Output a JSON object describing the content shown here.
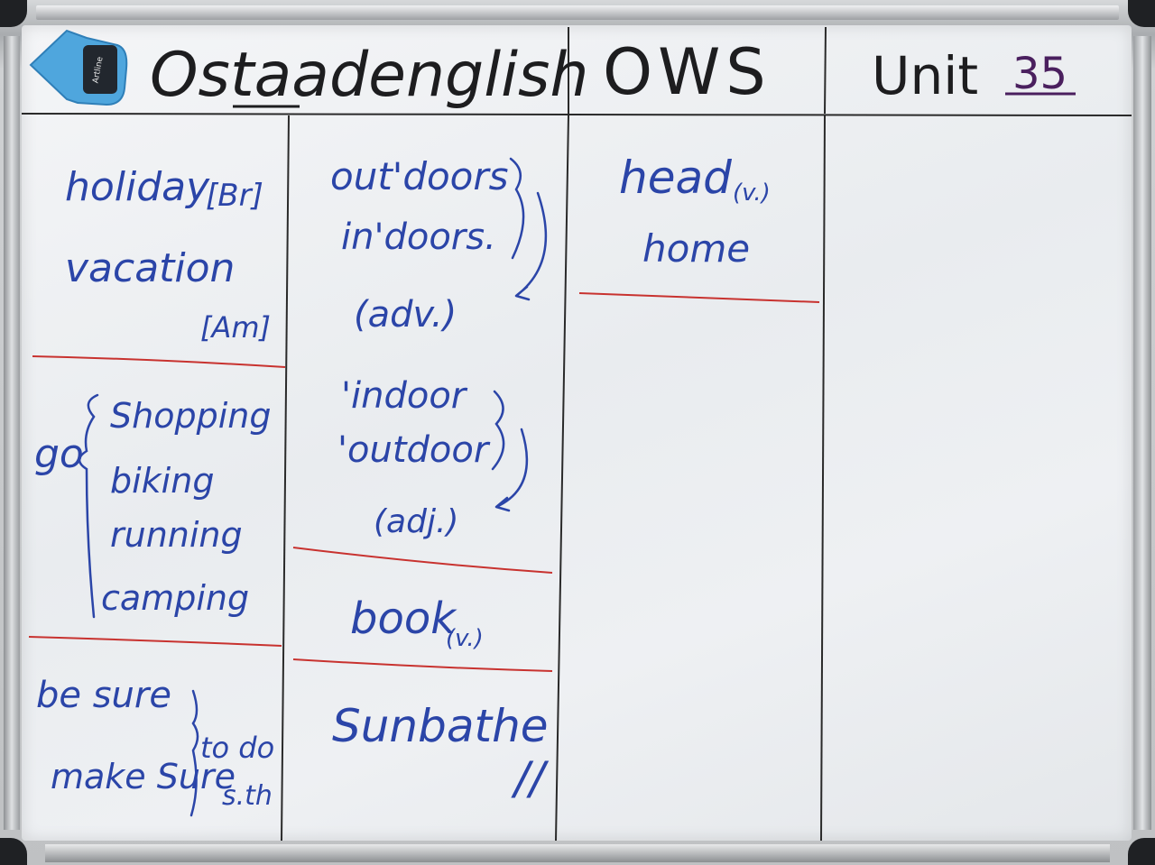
{
  "header": {
    "brand": "Ostaadenglish",
    "section": "OWS",
    "unit_label": "Unit",
    "unit_number": "35"
  },
  "eraser": {
    "icon": "eraser-icon",
    "brand_text": "Artline"
  },
  "columns": {
    "col1": {
      "holiday": "holiday",
      "holiday_tag": "[Br]",
      "vacation": "vacation",
      "vacation_tag": "[Am]",
      "go": "go",
      "go_items": [
        "Shopping",
        "biking",
        "running",
        "camping"
      ],
      "be_sure": "be sure",
      "make_sure": "make Sure",
      "to_do": "to do",
      "sth": "s.th"
    },
    "col2": {
      "outdoors": "out'doors",
      "indoors": "in'doors.",
      "adv": "(adv.)",
      "indoor": "'indoor",
      "outdoor": "'outdoor",
      "adj": "(adj.)",
      "book": "book",
      "book_tag": "(v.)",
      "sunbathe": "Sunbathe",
      "sunbathe_mark": "//"
    },
    "col3": {
      "head": "head",
      "head_tag": "(v.)",
      "home": "home"
    }
  },
  "colors": {
    "marker_blue": "#2b45a8",
    "marker_red": "#c8322f",
    "marker_black": "#1d1d1f",
    "eraser_blue": "#4fa6dd"
  }
}
